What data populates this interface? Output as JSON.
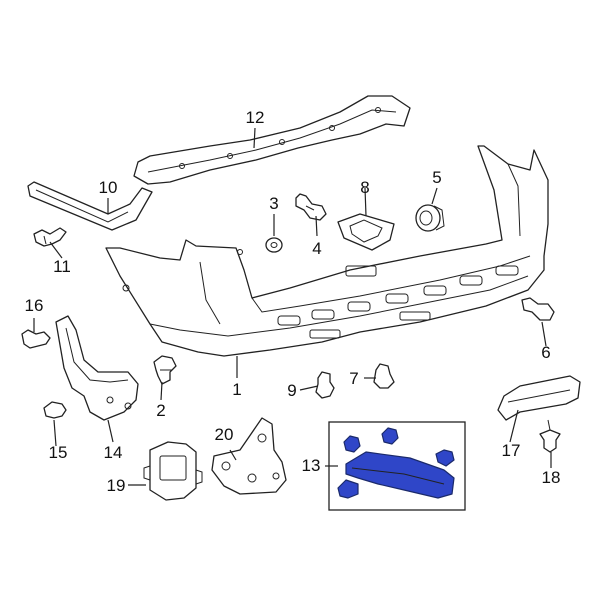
{
  "diagram": {
    "highlight_color": "#2f46c8",
    "callouts": [
      {
        "id": "callout-1",
        "text": "1"
      },
      {
        "id": "callout-2",
        "text": "2"
      },
      {
        "id": "callout-3",
        "text": "3"
      },
      {
        "id": "callout-4",
        "text": "4"
      },
      {
        "id": "callout-5",
        "text": "5"
      },
      {
        "id": "callout-6",
        "text": "6"
      },
      {
        "id": "callout-7",
        "text": "7"
      },
      {
        "id": "callout-8",
        "text": "8"
      },
      {
        "id": "callout-9",
        "text": "9"
      },
      {
        "id": "callout-10",
        "text": "10"
      },
      {
        "id": "callout-11",
        "text": "11"
      },
      {
        "id": "callout-12",
        "text": "12"
      },
      {
        "id": "callout-13",
        "text": "13"
      },
      {
        "id": "callout-14",
        "text": "14"
      },
      {
        "id": "callout-15",
        "text": "15"
      },
      {
        "id": "callout-16",
        "text": "16"
      },
      {
        "id": "callout-17",
        "text": "17"
      },
      {
        "id": "callout-18",
        "text": "18"
      },
      {
        "id": "callout-19",
        "text": "19"
      },
      {
        "id": "callout-20",
        "text": "20"
      }
    ]
  }
}
